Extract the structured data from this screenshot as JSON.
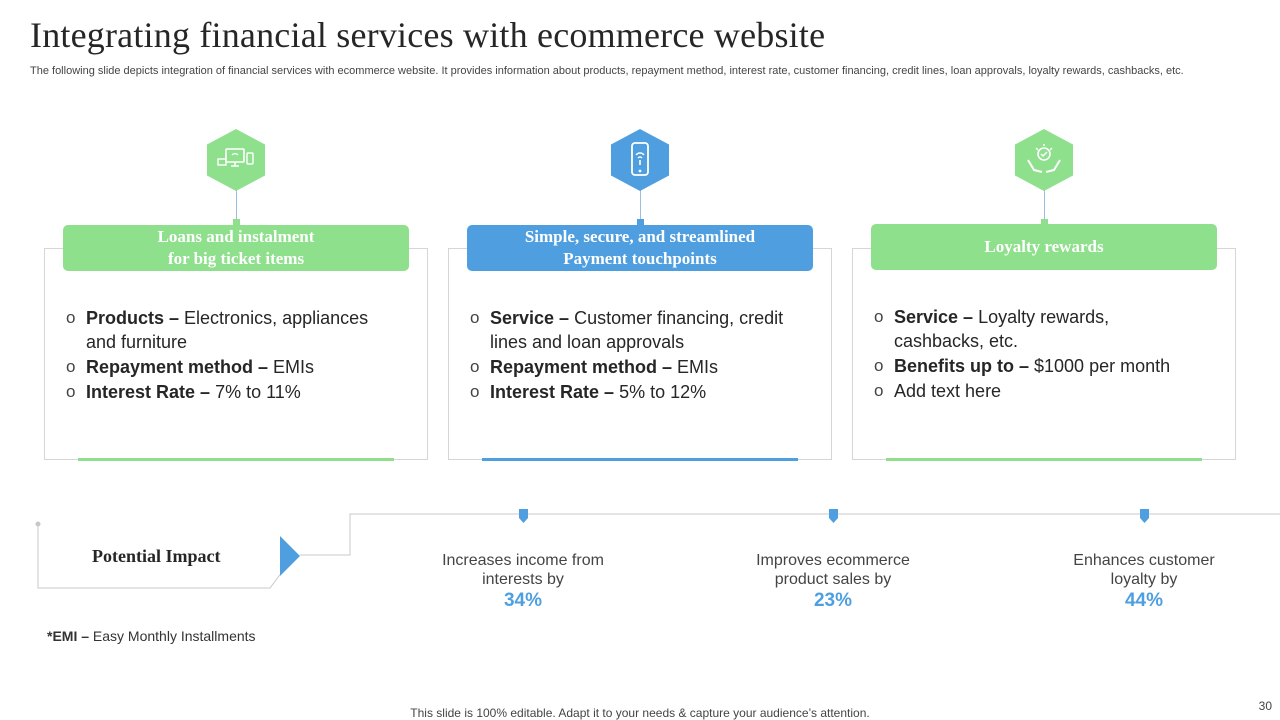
{
  "header": {
    "title": "Integrating financial services with ecommerce website",
    "subtitle": "The following slide depicts integration of financial services with ecommerce website. It provides information about products, repayment method, interest rate, customer financing, credit lines, loan approvals, loyalty rewards, cashbacks, etc."
  },
  "colors": {
    "green": "#8ee08c",
    "blue": "#4f9fe0",
    "border": "#d6d6d6"
  },
  "cards": [
    {
      "icon": "devices-icon",
      "title_line1": "Loans and instalment",
      "title_line2": "for big ticket items",
      "bullets": [
        {
          "bold": "Products –",
          "text": " Electronics, appliances and furniture"
        },
        {
          "bold": "Repayment method –",
          "text": " EMIs"
        },
        {
          "bold": "Interest Rate –",
          "text": " 7% to 11%"
        }
      ]
    },
    {
      "icon": "smartphone-icon",
      "title_line1": "Simple, secure, and streamlined",
      "title_line2": "Payment touchpoints",
      "bullets": [
        {
          "bold": "Service –",
          "text": " Customer financing, credit lines and loan approvals"
        },
        {
          "bold": "Repayment method –",
          "text": " EMIs"
        },
        {
          "bold": "Interest Rate –",
          "text": " 5% to 12%"
        }
      ]
    },
    {
      "icon": "hands-reward-icon",
      "title_line1": "Loyalty rewards",
      "title_line2": "",
      "bullets": [
        {
          "bold": "Service –",
          "text": " Loyalty rewards, cashbacks, etc."
        },
        {
          "bold": "Benefits up to –",
          "text": " $1000 per month"
        },
        {
          "bold": "",
          "text": "Add text here"
        }
      ]
    }
  ],
  "impact": {
    "label": "Potential Impact",
    "items": [
      {
        "line1": "Increases income from",
        "line2": "interests by",
        "pct": "34%"
      },
      {
        "line1": "Improves ecommerce",
        "line2": "product sales by",
        "pct": "23%"
      },
      {
        "line1": "Enhances customer",
        "line2": "loyalty  by",
        "pct": "44%"
      }
    ]
  },
  "footnote": {
    "bold": "*EMI –",
    "text": " Easy Monthly  Installments"
  },
  "footer": "This slide is 100% editable. Adapt it to your needs & capture your audience’s attention.",
  "page_number": "30"
}
